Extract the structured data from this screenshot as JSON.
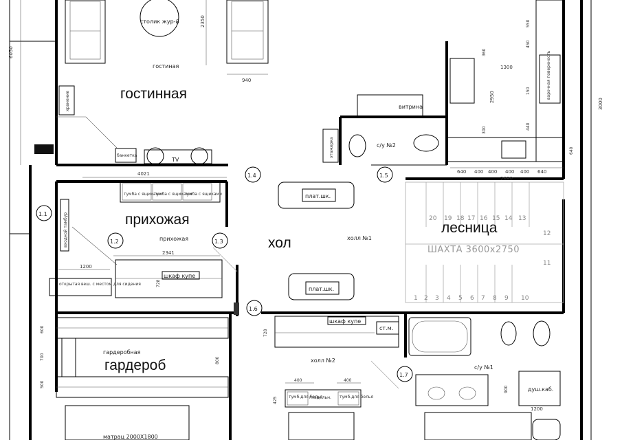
{
  "rooms": {
    "living_big": "гостинная",
    "living_small": "гостиная",
    "hall_entry_big": "прихожая",
    "hall_entry_small": "прихожая",
    "corridor_big": "хол",
    "stairs_big": "лесница",
    "wardrobe_big": "гардероб",
    "wardrobe_small": "гардеробная",
    "hall1": "холл №1",
    "hall2": "холл №2",
    "wc1": "с/у №1",
    "wc2": "с/у №2",
    "vestibule": "входной тамбур"
  },
  "labels": {
    "coffee_table": "столик жур-й",
    "tv": "TV",
    "showcase": "витрина",
    "etagere": "этажерка",
    "closet1": "плат.шк.",
    "closet2": "плат.шк.",
    "wardrobe_coupe1": "шкаф купе",
    "wardrobe_coupe2": "шкаф купе",
    "washer": "ст.м.",
    "shower": "душ.каб.",
    "bed": "матрац 2000Х1800",
    "shaft": "ШАХТА 3600х2750",
    "open_hanger": "открытая веш. с местом для сидения",
    "stove": "варочная поверхность",
    "ironing": "гладильн.",
    "linen1": "тумб.для белья",
    "linen2": "тумб.для белья",
    "shoe1": "тумба с ящиками",
    "shoe2": "тумба с ящиками",
    "shoe3": "тумба с ящиками",
    "furnace": "банкетка",
    "storage": "хранение"
  },
  "markers": [
    "1.1",
    "1.2",
    "1.3",
    "1.4",
    "1.5",
    "1.6",
    "1.7"
  ],
  "dimensions": {
    "d6050": "6050",
    "d2350": "2350",
    "d940": "940",
    "d4021": "4021",
    "d2341": "2341",
    "d1200a": "1200",
    "d1200b": "1200",
    "d1300": "1300",
    "d2950": "2950",
    "d3000": "3000",
    "d2680": "2680",
    "d640a": "640",
    "d640b": "640",
    "d400a": "400",
    "d400b": "400",
    "d600": "600",
    "d700": "700",
    "d500": "500",
    "d800": "800",
    "d728a": "728",
    "d728b": "728",
    "d400c": "400",
    "d400d": "400",
    "d425": "425",
    "d900": "900",
    "d360": "360",
    "d550": "550",
    "d450": "450",
    "d150": "150",
    "d440": "440",
    "d300": "300"
  },
  "kitchen_row": [
    "640",
    "400",
    "400",
    "400",
    "400",
    "640"
  ],
  "stairs_top": [
    "20",
    "19",
    "18",
    "17",
    "16",
    "15",
    "14",
    "13"
  ],
  "stairs_bottom": [
    "1",
    "2",
    "3",
    "4",
    "5",
    "6",
    "7",
    "8",
    "9",
    "10"
  ],
  "stairs_side": [
    "12",
    "11"
  ]
}
